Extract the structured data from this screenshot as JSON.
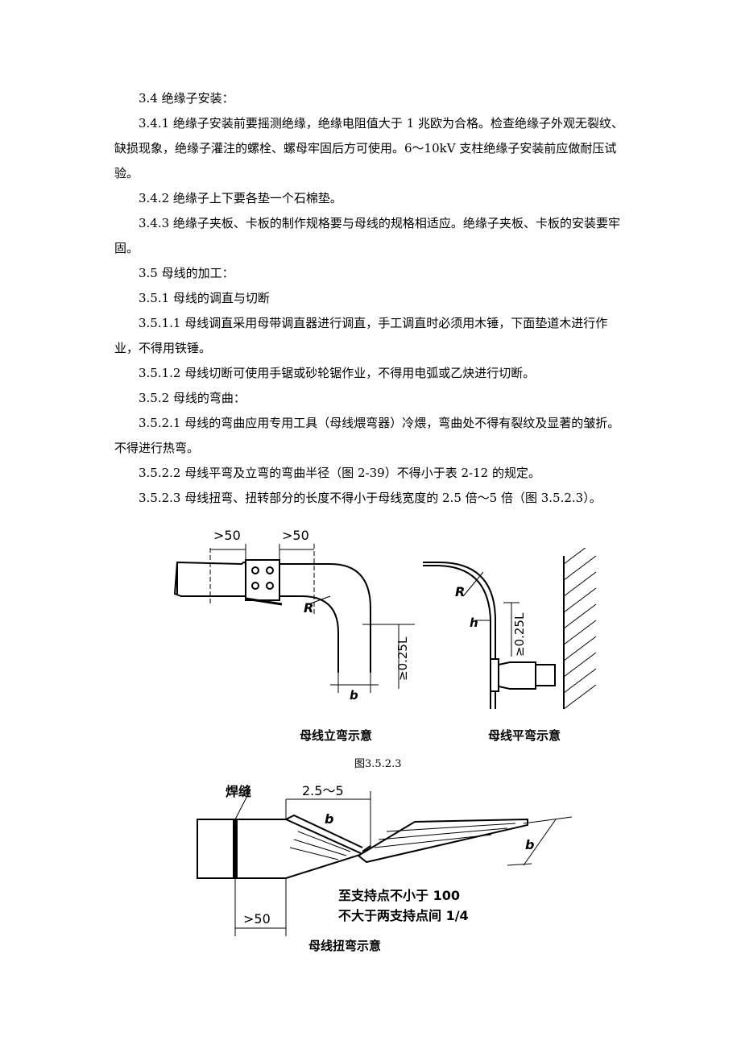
{
  "text": {
    "s34": "3.4 绝缘子安装：",
    "s341": "3.4.1 绝缘子安装前要摇测绝缘，绝缘电阻值大于 1 兆欧为合格。检查绝缘子外观无裂纹、缺损现象，绝缘子灌注的螺栓、螺母牢固后方可使用。6～10kV 支柱绝缘子安装前应做耐压试验。",
    "s342": "3.4.2 绝缘子上下要各垫一个石棉垫。",
    "s343": "3.4.3 绝缘子夹板、卡板的制作规格要与母线的规格相适应。绝缘子夹板、卡板的安装要牢固。",
    "s35": "3.5 母线的加工：",
    "s351": "3.5.1 母线的调直与切断",
    "s3511": "3.5.1.1 母线调直采用母带调直器进行调直，手工调直时必须用木锤，下面垫道木进行作业，不得用铁锤。",
    "s3512": "3.5.1.2 母线切断可使用手锯或砂轮锯作业，不得用电弧或乙炔进行切断。",
    "s352": "3.5.2 母线的弯曲：",
    "s3521": "3.5.2.1 母线的弯曲应用专用工具（母线煨弯器）冷煨，弯曲处不得有裂纹及显著的皱折。不得进行热弯。",
    "s3522": "3.5.2.2 母线平弯及立弯的弯曲半径（图 2-39）不得小于表 2-12 的规定。",
    "s3523": "3.5.2.3 母线扭弯、扭转部分的长度不得小于母线宽度的 2.5 倍～5 倍（图 3.5.2.3）。"
  },
  "figures": {
    "vertical": {
      "dim_a": ">50",
      "dim_b": ">50",
      "radius": "R",
      "dim_l": "≥0.25L",
      "width": "b",
      "caption": "母线立弯示意"
    },
    "flat": {
      "radius": "R",
      "thickness": "h",
      "dim_l": "≥0.25L",
      "caption": "母线平弯示意"
    },
    "figure_caption": "图3.5.2.3",
    "twist": {
      "weld": "焊缝",
      "dim_range": "2.5～5",
      "width_top": "b",
      "width_side": "b",
      "note1": "至支持点不小于 100",
      "note2": "不大于两支持点间 1/4",
      "dim_50": ">50",
      "caption": "母线扭弯示意"
    }
  }
}
